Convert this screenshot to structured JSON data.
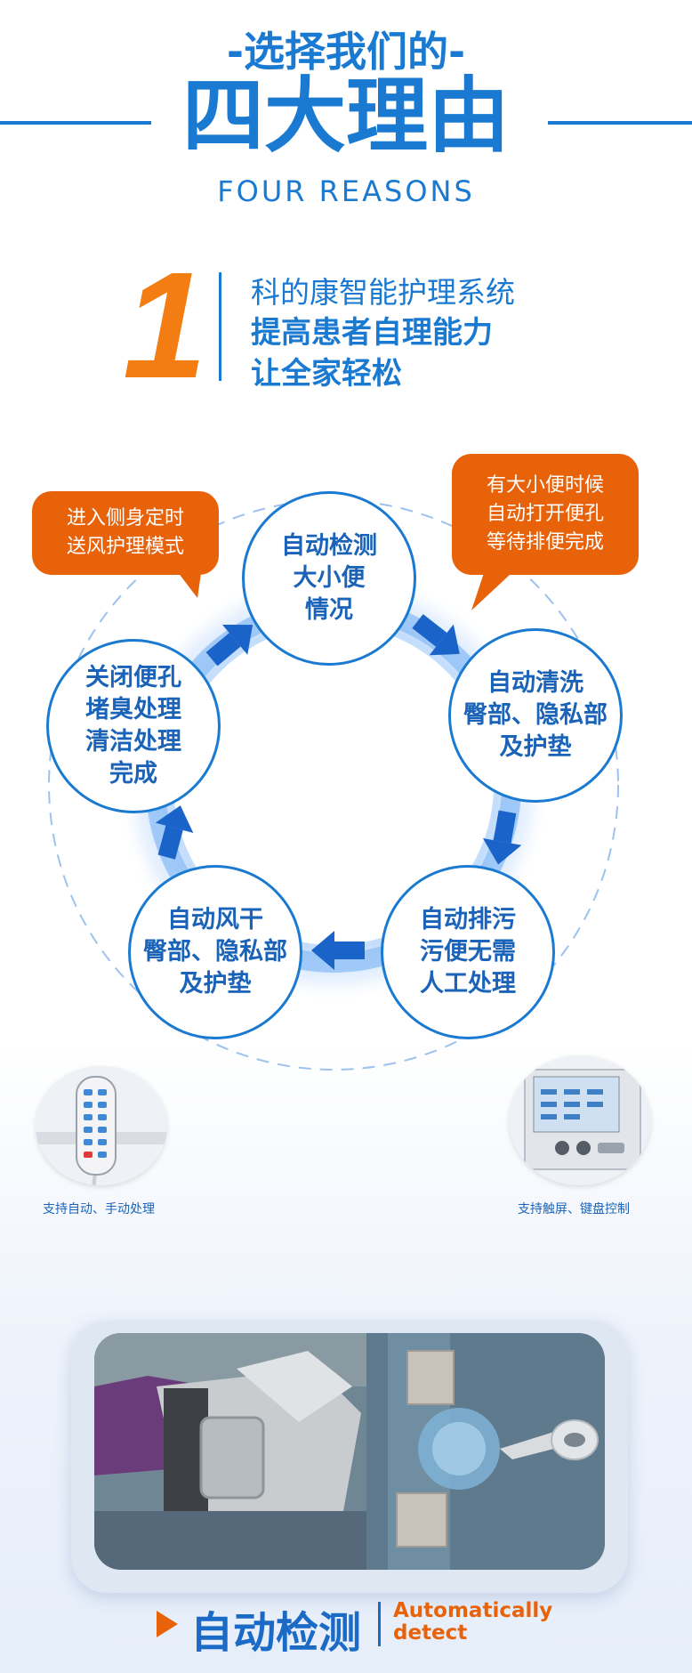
{
  "header": {
    "subtitle": "-选择我们的-",
    "title": "四大理由",
    "english": "FOUR REASONS",
    "accent": "#1a7ad1"
  },
  "reason": {
    "number": "1",
    "line1": "科的康智能护理系统",
    "line2": "提高患者自理能力",
    "line3": "让全家轻松",
    "number_color": "#f37d12"
  },
  "cycle": {
    "nodes": [
      {
        "lines": [
          "自动检测",
          "大小便",
          "情况"
        ]
      },
      {
        "lines": [
          "自动清洗",
          "臀部、隐私部",
          "及护垫"
        ]
      },
      {
        "lines": [
          "自动排污",
          "污便无需",
          "人工处理"
        ]
      },
      {
        "lines": [
          "自动风干",
          "臀部、隐私部",
          "及护垫"
        ]
      },
      {
        "lines": [
          "关闭便孔",
          "堵臭处理",
          "清洁处理",
          "完成"
        ]
      }
    ],
    "bubbles": [
      {
        "lines": [
          "进入侧身定时",
          "送风护理模式"
        ]
      },
      {
        "lines": [
          "有大小便时候",
          "自动打开便孔",
          "等待排便完成"
        ]
      }
    ],
    "bubble_color": "#e8620a",
    "arrow_icon": "arrow-icon"
  },
  "thumbs": {
    "left_caption": "支持自动、手动处理",
    "right_caption": "支持触屏、键盘控制",
    "left_icon": "remote-control-icon",
    "right_icon": "touchscreen-panel-icon"
  },
  "feature": {
    "title": "自动检测",
    "english_line1": "Automatically",
    "english_line2": "detect",
    "marker_icon": "triangle-marker-icon"
  }
}
